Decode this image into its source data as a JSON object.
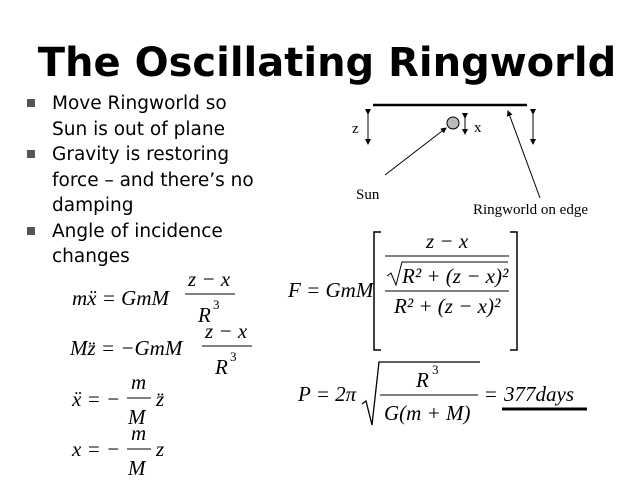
{
  "title": "The Oscillating Ringworld",
  "bullets": [
    {
      "lines": [
        "Move Ringworld so",
        "Sun is out of plane"
      ]
    },
    {
      "lines": [
        "Gravity is restoring",
        "force – and there’s no",
        "damping"
      ]
    },
    {
      "lines": [
        "Angle of incidence",
        "changes"
      ]
    }
  ],
  "diagram": {
    "z_label": "z",
    "x_label": "x",
    "sun_label": "Sun",
    "ringworld_label": "Ringworld on edge"
  },
  "equations": {
    "eq1": {
      "lhs": "mẍ = GmM",
      "num": "z − x",
      "den": "R",
      "exp": "3"
    },
    "eq2": {
      "lhs": "Mz̈ = −GmM",
      "num": "z − x",
      "den": "R",
      "exp": "3"
    },
    "eq3": {
      "lhs": "ẍ = −",
      "num": "m",
      "den": "M",
      "rhs": "z̈"
    },
    "eq4": {
      "lhs": "x = −",
      "num": "m",
      "den": "M",
      "rhs": "z"
    },
    "force": {
      "lhs": "F = GmM",
      "num": "z − x",
      "sqrt_term": "R² + (z − x)²",
      "den": "R² + (z − x)²"
    },
    "period": {
      "lhs": "P = 2π",
      "num": "R",
      "exp": "3",
      "den": "G(m + M)",
      "eq": "=",
      "result": "377days"
    }
  }
}
